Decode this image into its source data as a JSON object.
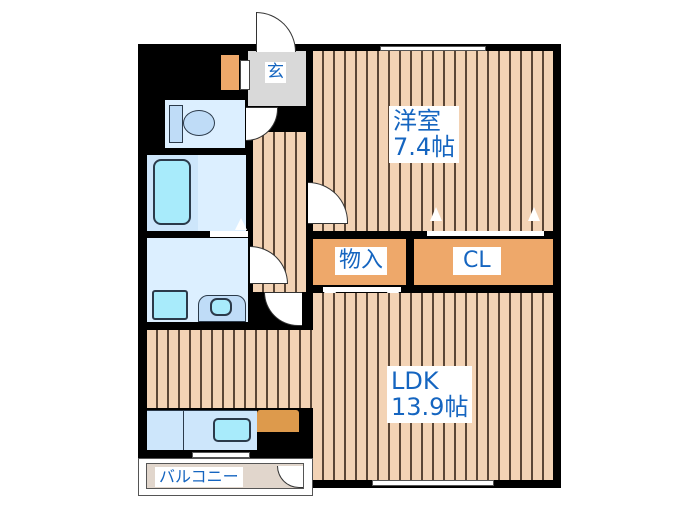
{
  "floorplan": {
    "rooms": {
      "western_room": {
        "name": "洋室",
        "size": "7.4帖"
      },
      "ldk": {
        "name": "LDK",
        "size": "13.9帖"
      },
      "storage": {
        "name": "物入"
      },
      "closet": {
        "name": "CL"
      },
      "entrance": {
        "name": "玄"
      },
      "balcony": {
        "name": "バルコニー"
      }
    },
    "colors": {
      "wall": "#000000",
      "floor": "#f3d3b5",
      "floor_line": "#5b4636",
      "storage": "#eea86a",
      "wet_area": "#dcefff",
      "fixture": "#a8ebfb",
      "entrance": "#d9d9d9",
      "label_text": "#1565c0"
    }
  }
}
